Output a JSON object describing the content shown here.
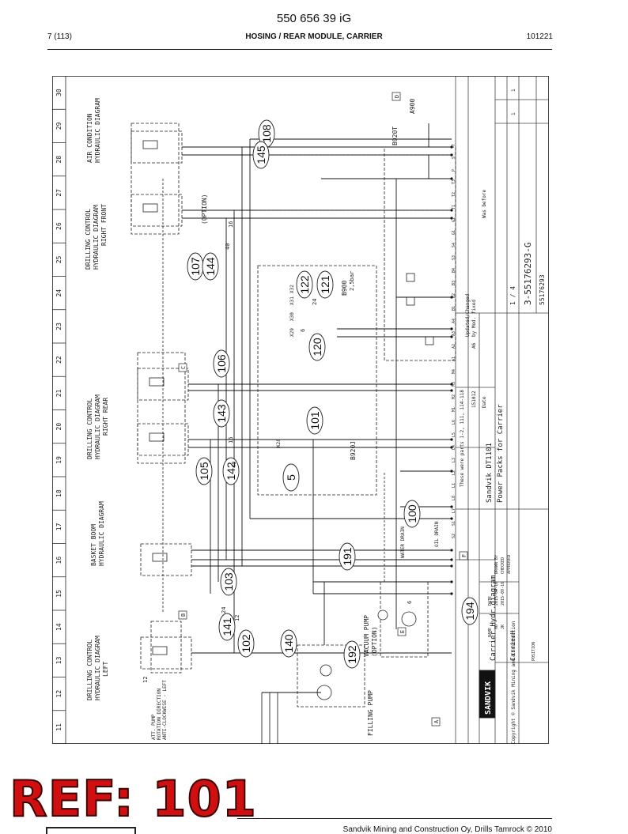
{
  "header": {
    "doc_number": "550 656 39 iG",
    "page": "7 (113)",
    "title": "HOSING / REAR MODULE, CARRIER",
    "date_code": "101221"
  },
  "drawing": {
    "grid_numbers": [
      "11",
      "12",
      "13",
      "14",
      "15",
      "16",
      "17",
      "18",
      "19",
      "20",
      "21",
      "22",
      "23",
      "24",
      "25",
      "26",
      "27",
      "28",
      "29",
      "30"
    ],
    "section_titles": {
      "dc_left": [
        "DRILLING CONTROL",
        "HYDRAULIC DIAGRAM",
        "LEFT"
      ],
      "basket_boom": [
        "BASKET BOOM",
        "HYDRAULIC DIAGRAM"
      ],
      "dc_right_rear": [
        "DRILLING CONTROL",
        "HYDRAULIC DIAGRAM",
        "RIGHT REAR"
      ],
      "dc_right_front": [
        "DRILLING CONTROL",
        "HYDRAULIC DIAGRAM",
        "RIGHT FRONT"
      ],
      "air_condition": [
        "AIR CONDITION",
        "HYDRAULIC DIAGRAM"
      ],
      "filling_pump": "FILLING PUMP",
      "vacuum_pump": [
        "VACUUM PUMP",
        "(OPTION)"
      ],
      "option": "(OPTION)",
      "water_drain": "WATER DRAIN",
      "oil_drain": "OIL DRAIN"
    },
    "rotation_note": [
      "ATT. PUMP",
      "ROTATION DIRECTION",
      "ANTI-CLOCKWISE - LEFT"
    ],
    "component_labels": [
      "B920J",
      "B920T",
      "B900",
      "A900",
      "K28",
      "X29",
      "X30",
      "X31",
      "X32",
      "2,5bar"
    ],
    "port_labels": [
      "S2",
      "S1",
      "L7",
      "L8",
      "L1",
      "L2",
      "L3",
      "L4",
      "L5",
      "L6",
      "M1",
      "M2",
      "M3",
      "M4",
      "A1",
      "A2",
      "A3",
      "A4",
      "B1",
      "B2",
      "B3",
      "B4",
      "S3",
      "S4",
      "G1",
      "G2",
      "T1",
      "T2",
      "T3",
      "P",
      "S",
      "T"
    ],
    "line_sizes": [
      "16",
      "40",
      "24",
      "12",
      "6"
    ],
    "box_letters": [
      "A",
      "B",
      "C",
      "D",
      "E",
      "F"
    ],
    "reference_numbers": [
      {
        "n": "108"
      },
      {
        "n": "145"
      },
      {
        "n": "107"
      },
      {
        "n": "144"
      },
      {
        "n": "122"
      },
      {
        "n": "121"
      },
      {
        "n": "120"
      },
      {
        "n": "106"
      },
      {
        "n": "143"
      },
      {
        "n": "101"
      },
      {
        "n": "105"
      },
      {
        "n": "142"
      },
      {
        "n": "5"
      },
      {
        "n": "100"
      },
      {
        "n": "191"
      },
      {
        "n": "103"
      },
      {
        "n": "141"
      },
      {
        "n": "102"
      },
      {
        "n": "140"
      },
      {
        "n": "192"
      },
      {
        "n": "194"
      }
    ],
    "title_block": {
      "drawing_title": "Carrier Hydr.diagram",
      "product": "Sandvik DT1101",
      "description": "Power Packs for Carrier",
      "carrier": "CarrierH",
      "position": "POSITION",
      "drawing_no": "3-55176293-G",
      "id_code": "55176293",
      "sheet": "1 / 4",
      "pos": "1",
      "rev": "1",
      "row_headers": [
        "DATE",
        "NAME"
      ],
      "drawn_by": "DRAWN BY",
      "checked": "CHECKED",
      "approved": "APPROVED",
      "drawn_date": "2015-09-16",
      "drawn_name": "MD",
      "checked_date": "2015-09-16",
      "checked_name": "JK",
      "change_date": "151012",
      "change_no": "A6",
      "change_text": "Updated/Changed",
      "change_by": "by Mod. fixed",
      "date_label": "Date",
      "was_before": "Was before",
      "note": "These were parts 1-2, 111, 114-118",
      "copyright": "Copyright © Sandvik Mining and Construction",
      "brand": "SANDVIK"
    }
  },
  "stamp": {
    "text": "REF: 101"
  },
  "footer": {
    "text": "Sandvik Mining and Construction Oy, Drills Tamrock © 2010"
  }
}
